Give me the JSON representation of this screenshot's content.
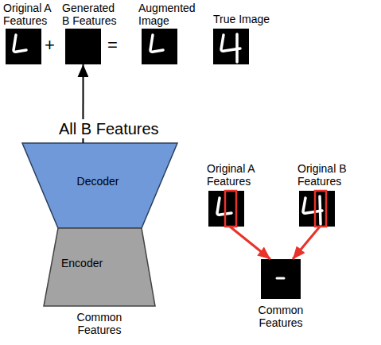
{
  "diagram": {
    "nodes": [
      {
        "text": [
          "Original A Features"
        ]
      },
      {
        "text": [
          "Generated B Features"
        ]
      },
      {
        "text": [
          "Augmented Image"
        ]
      },
      {
        "text": [
          "True Image"
        ]
      },
      {
        "text": [
          "Decoder"
        ]
      },
      {
        "text": [
          "Encoder",
          "Common Features"
        ]
      },
      {
        "text": [
          "Original A Features"
        ]
      },
      {
        "text": [
          "Original B Features"
        ]
      },
      {
        "text": [
          "Common Features"
        ]
      }
    ],
    "edges": [
      {
        "from": 4,
        "to": 1,
        "arrow": "to",
        "label": "All B Features"
      },
      {
        "from": 6,
        "to": 8,
        "arrow": "to"
      },
      {
        "from": 7,
        "to": 8,
        "arrow": "to"
      }
    ],
    "labels": [
      "+",
      "="
    ]
  }
}
